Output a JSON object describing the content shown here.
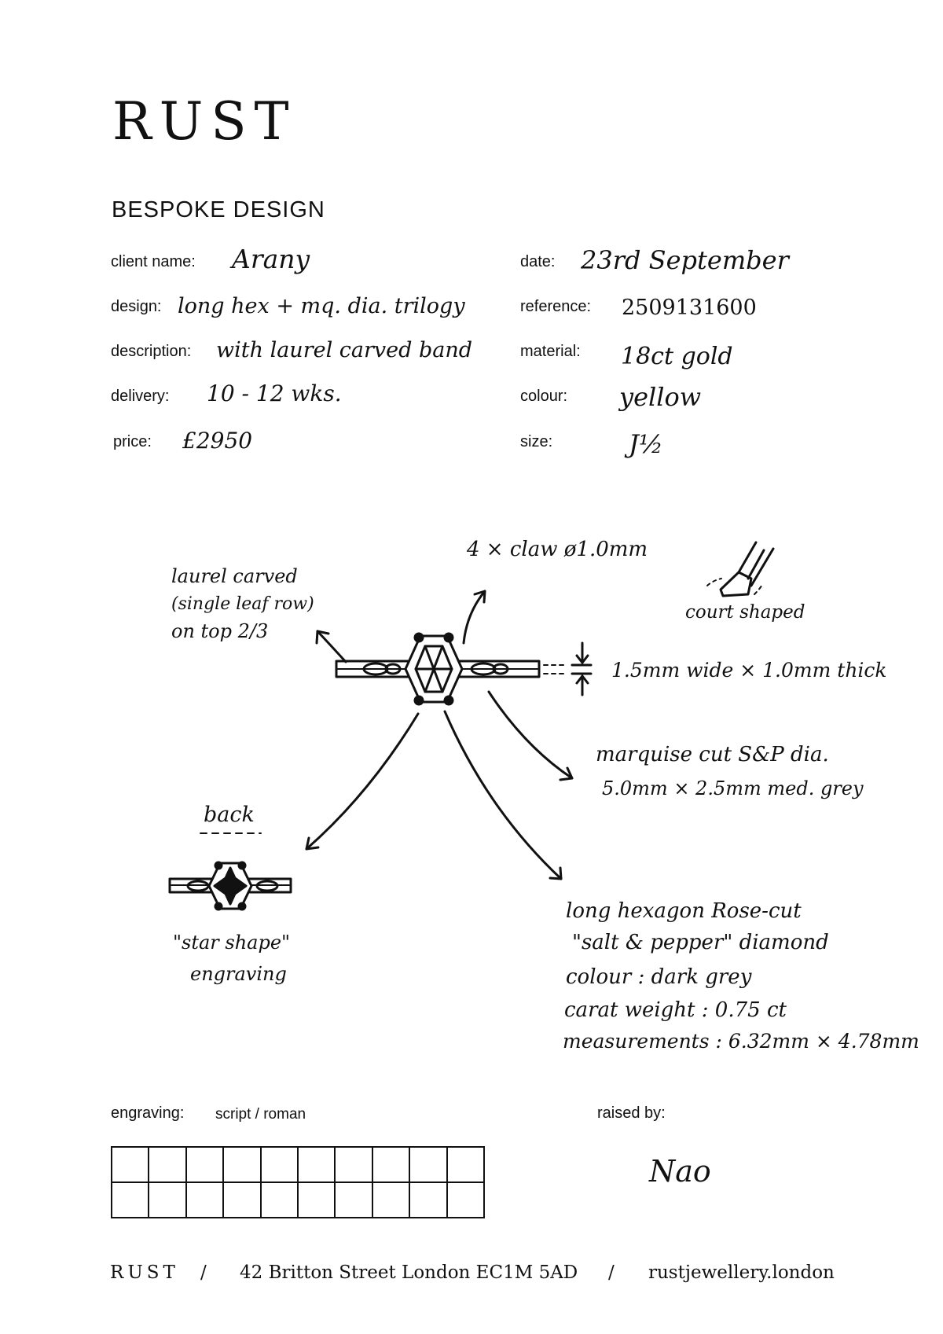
{
  "brand": "RUST",
  "heading": "BESPOKE DESIGN",
  "fields": {
    "client_name": {
      "label": "client name:",
      "value": "Arany"
    },
    "design": {
      "label": "design:",
      "value": "long hex + mq. dia. trilogy"
    },
    "description": {
      "label": "description:",
      "value": "with laurel carved band"
    },
    "delivery": {
      "label": "delivery:",
      "value": "10 - 12 wks."
    },
    "price": {
      "label": "price:",
      "value": "£2950"
    },
    "date": {
      "label": "date:",
      "value": "23rd September"
    },
    "reference": {
      "label": "reference:",
      "value": "2509131600"
    },
    "material": {
      "label": "material:",
      "value": "18ct gold"
    },
    "colour": {
      "label": "colour:",
      "value": "yellow"
    },
    "size": {
      "label": "size:",
      "value": "J½"
    }
  },
  "sketch_notes": {
    "claw": "4 × claw ø1.0mm",
    "laurel": [
      "laurel carved",
      "(single leaf row)",
      "on top 2/3"
    ],
    "band_shape": "court shaped",
    "band_size": "1.5mm wide × 1.0mm thick",
    "marquise": [
      "marquise cut S&P dia.",
      "5.0mm × 2.5mm  med. grey"
    ],
    "back_title": "back",
    "back_note": [
      "\"star shape\"",
      "engraving"
    ],
    "hexagon": [
      "long hexagon Rose-cut",
      "\"salt & pepper\" diamond",
      "colour : dark grey",
      "carat weight :  0.75 ct",
      "measurements :  6.32mm × 4.78mm"
    ]
  },
  "engraving": {
    "label": "engraving:",
    "style": "script / roman"
  },
  "raised_by": {
    "label": "raised by:",
    "value": "Nao"
  },
  "footer": {
    "brand": "RUST",
    "sep": "/",
    "address": "42  Britton Street   London   EC1M 5AD",
    "website": "rustjewellery.london"
  }
}
